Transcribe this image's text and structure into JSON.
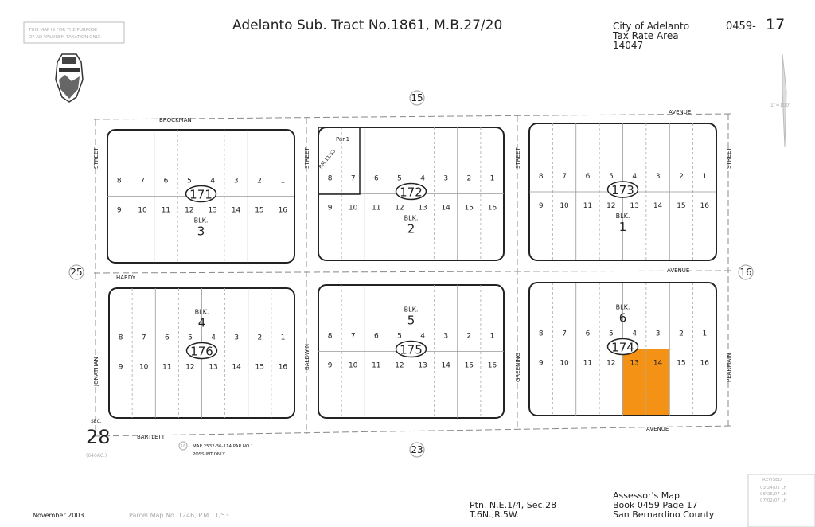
{
  "header": {
    "disclaimer_line1": "THIS MAP IS FOR THE PURPOSE",
    "disclaimer_line2": "OF AD VALOREM TAXATION ONLY.",
    "title": "Adelanto Sub. Tract No.1861, M.B.27/20",
    "city": "City of Adelanto",
    "tax_rate_area_label": "Tax Rate Area",
    "tax_rate_area": "14047",
    "book_prefix": "0459-",
    "page_no": "17",
    "scale": "1\"=100'"
  },
  "streets": {
    "brockman": "BROCKMAN",
    "avenue": "AVENUE",
    "hardy": "HARDY",
    "bartlett": "BARTLETT",
    "street": "STREET",
    "jonathan": "JONATHAN",
    "baldwin": "BALDWIN",
    "greening": "GREENING",
    "pearmain": "PEARMAIN"
  },
  "adjacent_pages": {
    "north": "15",
    "west": "25",
    "east": "16",
    "south": "23"
  },
  "section": {
    "label": "SEC.",
    "number": "28",
    "area": "(640AC.)"
  },
  "notes": {
    "map_ref_circle": "16",
    "map_ref_line1": "MAP 2532-36-114 PAR.NO.1",
    "map_ref_line2": "POSS.INT.ONLY",
    "par1": "Par.1",
    "pm": "P.M.11/53"
  },
  "blocks": [
    {
      "page": "171",
      "blk_label": "BLK.",
      "blk": "3",
      "top_lots": [
        "8",
        "7",
        "6",
        "5",
        "4",
        "3",
        "2",
        "1"
      ],
      "bottom_lots": [
        "9",
        "10",
        "11",
        "12",
        "13",
        "14",
        "15",
        "16"
      ]
    },
    {
      "page": "172",
      "blk_label": "BLK.",
      "blk": "2",
      "top_lots": [
        "8",
        "7",
        "6",
        "5",
        "4",
        "3",
        "2",
        "1"
      ],
      "bottom_lots": [
        "9",
        "10",
        "11",
        "12",
        "13",
        "14",
        "15",
        "16"
      ]
    },
    {
      "page": "173",
      "blk_label": "BLK.",
      "blk": "1",
      "top_lots": [
        "8",
        "7",
        "6",
        "5",
        "4",
        "3",
        "2",
        "1"
      ],
      "bottom_lots": [
        "9",
        "10",
        "11",
        "12",
        "13",
        "14",
        "15",
        "16"
      ]
    },
    {
      "page": "176",
      "blk_label": "BLK.",
      "blk": "4",
      "top_lots": [
        "8",
        "7",
        "6",
        "5",
        "4",
        "3",
        "2",
        "1"
      ],
      "bottom_lots": [
        "9",
        "10",
        "11",
        "12",
        "13",
        "14",
        "15",
        "16"
      ]
    },
    {
      "page": "175",
      "blk_label": "BLK.",
      "blk": "5",
      "top_lots": [
        "8",
        "7",
        "6",
        "5",
        "4",
        "3",
        "2",
        "1"
      ],
      "bottom_lots": [
        "9",
        "10",
        "11",
        "12",
        "13",
        "14",
        "15",
        "16"
      ]
    },
    {
      "page": "174",
      "blk_label": "BLK.",
      "blk": "6",
      "top_lots": [
        "8",
        "7",
        "6",
        "5",
        "4",
        "3",
        "2",
        "1"
      ],
      "bottom_lots": [
        "9",
        "10",
        "11",
        "12",
        "13",
        "14",
        "15",
        "16"
      ],
      "highlighted_lots": [
        "13",
        "14"
      ]
    }
  ],
  "highlight_color": "#F39214",
  "footer": {
    "date": "November 2003",
    "parcel_map": "Parcel Map No. 1246, P.M.11/53",
    "ptn_line1": "Ptn. N.E.1/4, Sec.28",
    "ptn_line2": "T.6N.,R.5W.",
    "assessor_line1": "Assessor's Map",
    "assessor_line2": "Book 0459 Page 17",
    "assessor_line3": "San Bernardino County"
  },
  "revised": {
    "label": "REVISED",
    "dates": [
      "03/24/05 LH",
      "06/26/07 LH",
      "07/02/07 LH"
    ]
  }
}
